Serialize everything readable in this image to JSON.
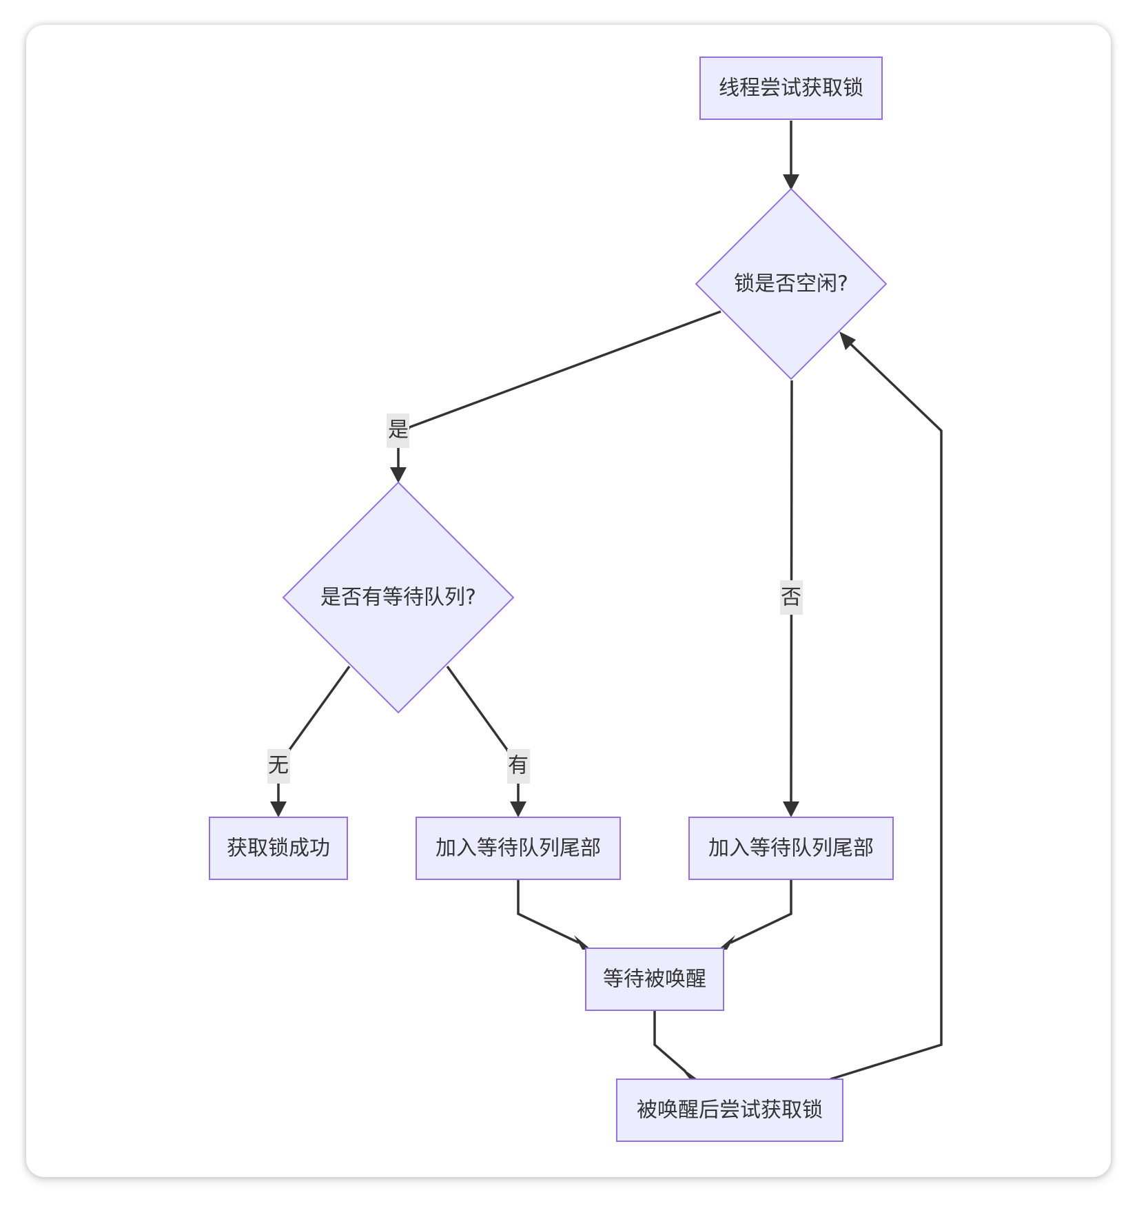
{
  "nodes": {
    "start": "线程尝试获取锁",
    "lock_free": "锁是否空闲?",
    "has_queue": "是否有等待队列?",
    "acquire_success": "获取锁成功",
    "enqueue_left": "加入等待队列尾部",
    "enqueue_right": "加入等待队列尾部",
    "wait_wakeup": "等待被唤醒",
    "retry_after_wakeup": "被唤醒后尝试获取锁"
  },
  "edges": {
    "yes_label": "是",
    "no_label": "否",
    "none_label": "无",
    "has_label": "有"
  }
}
